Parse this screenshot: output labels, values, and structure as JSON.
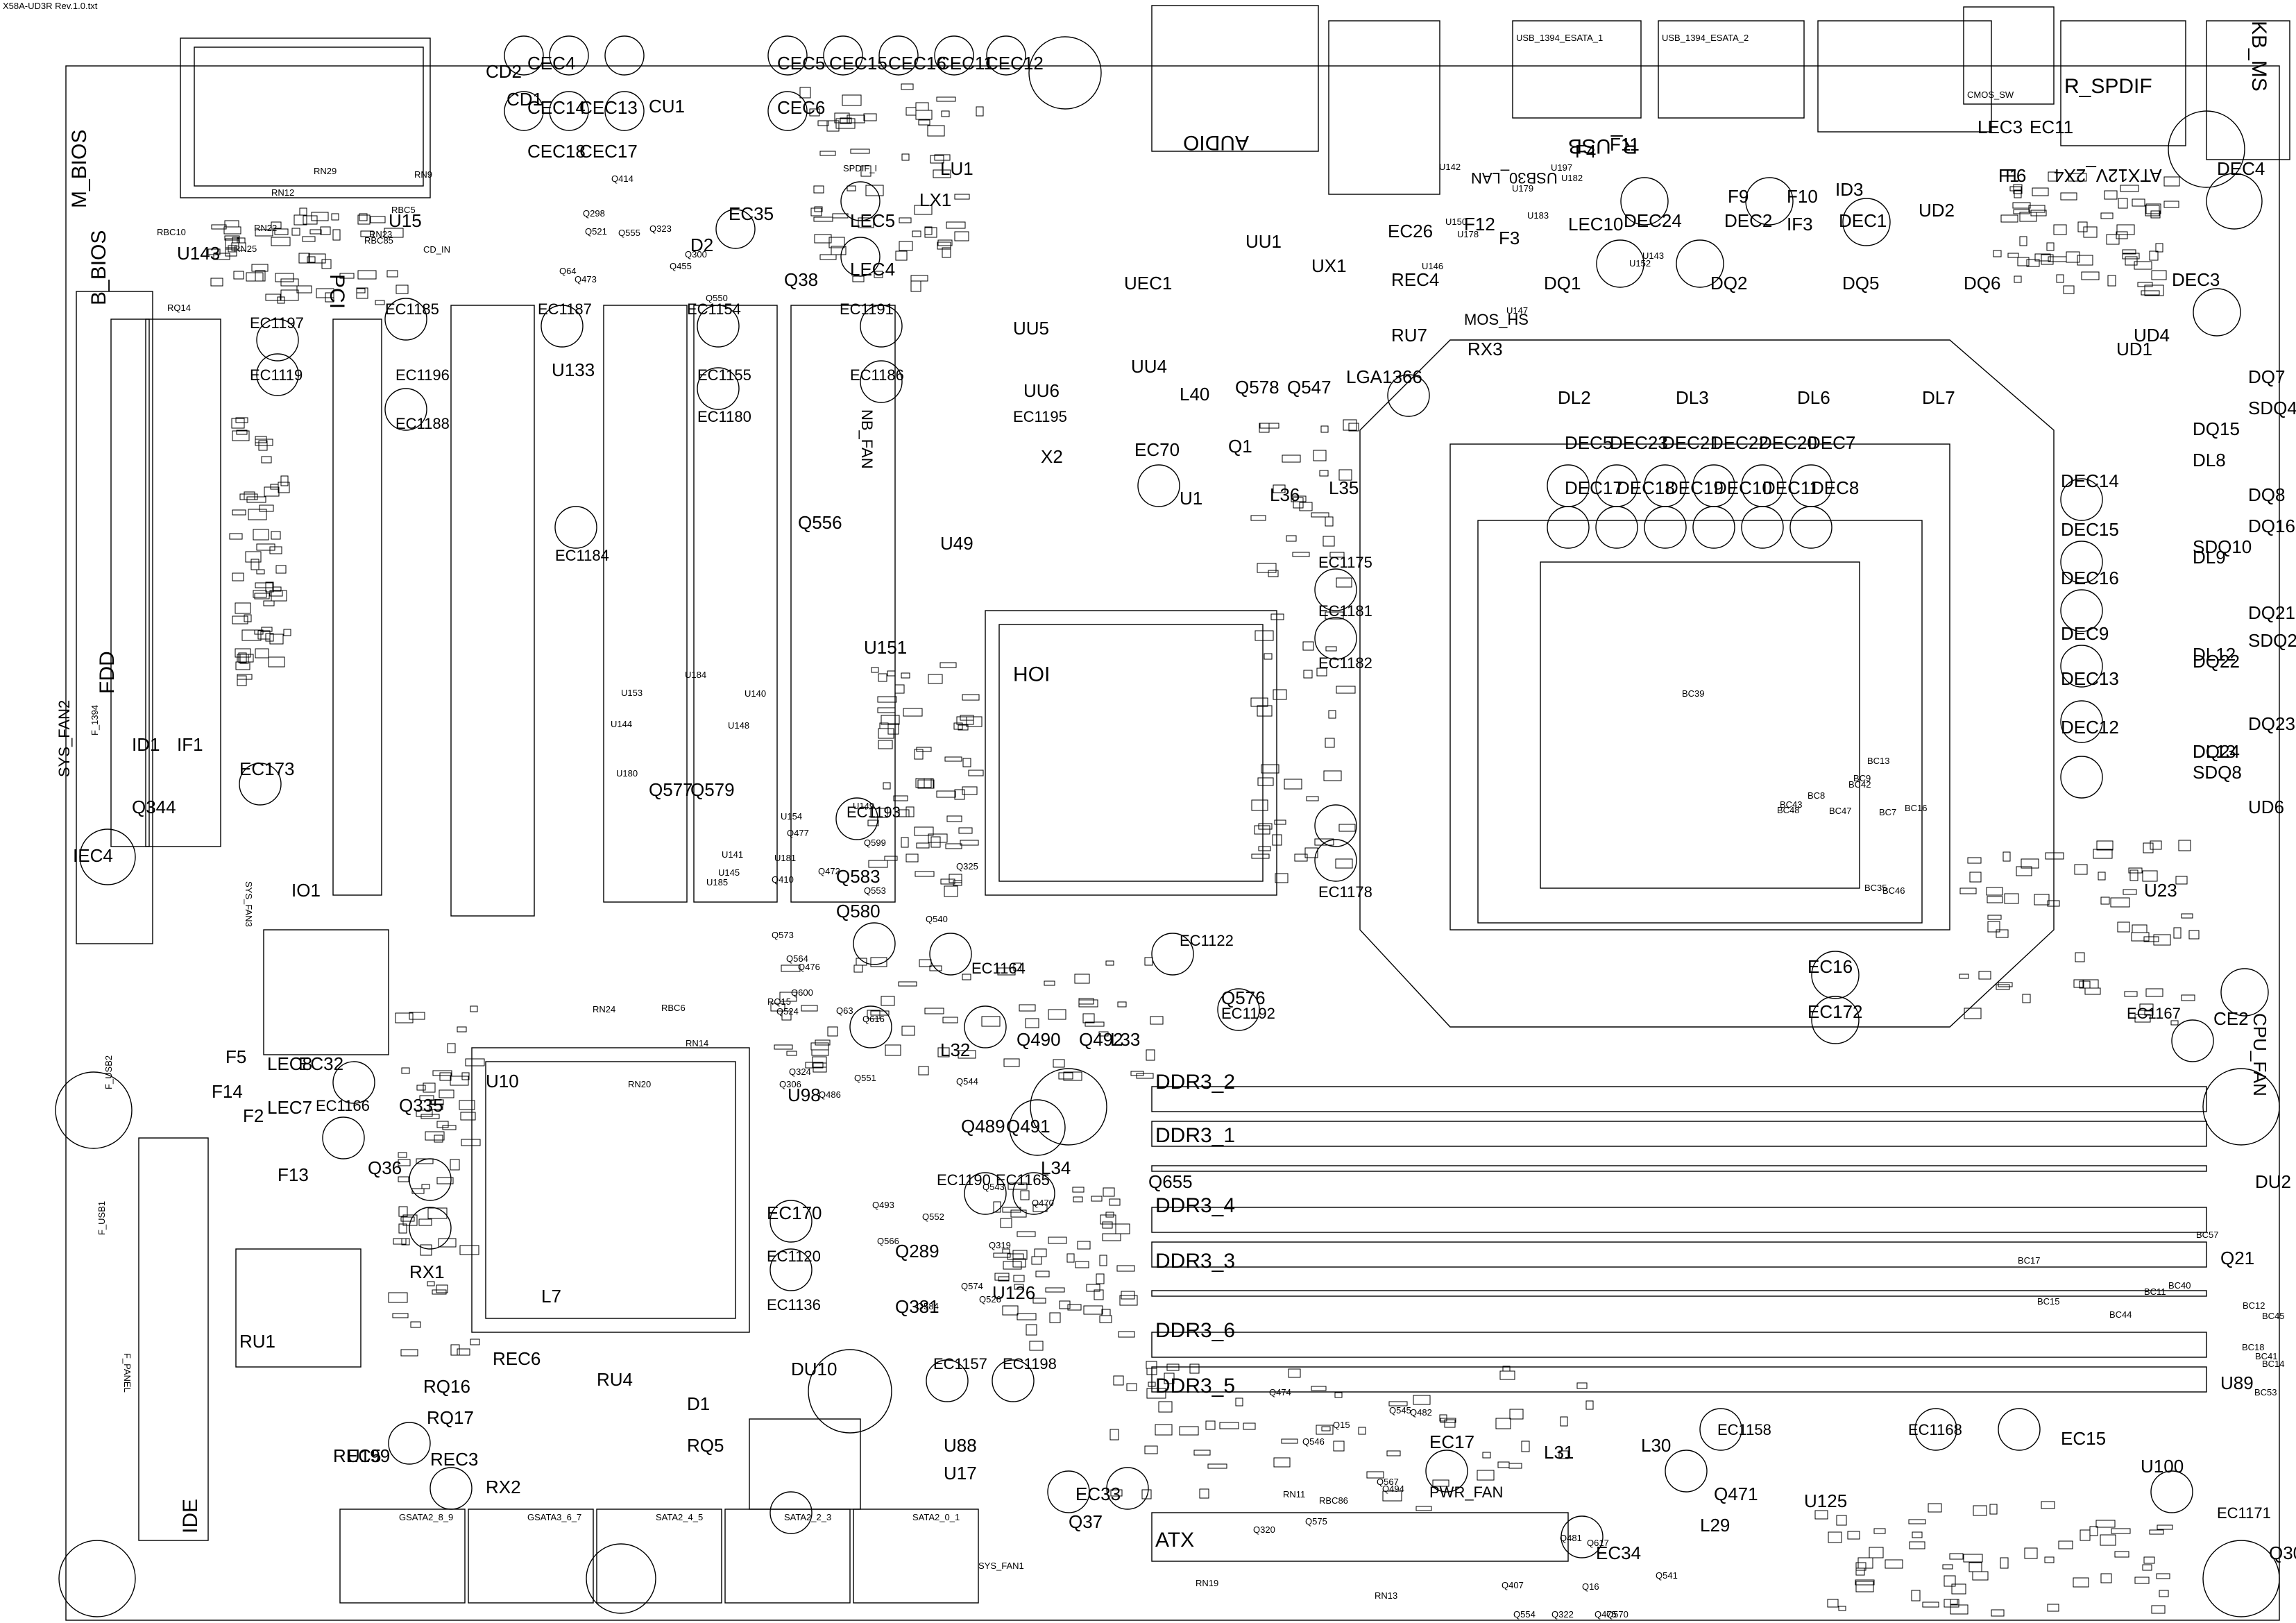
{
  "file_title": "X58A-UD3R Rev.1.0.txt",
  "connectors": {
    "audio": "AUDIO",
    "kb_ms": "KB_MS",
    "r_spdif": "R_SPDIF",
    "cmos_sw": "CMOS_SW",
    "usb_1394_esata_1": "USB_1394_ESATA_1",
    "usb_1394_esata_2": "USB_1394_ESATA_2",
    "r_usb": "R_USB",
    "usb30_lan": "USB30_LAN",
    "atx12v_2x4": "ATX12V_2X4",
    "atx": "ATX",
    "pwr_fan": "PWR_FAN",
    "cpu_fan": "CPU_FAN",
    "sys_fan1": "SYS_FAN1",
    "sys_fan2": "SYS_FAN2",
    "sys_fan3": "SYS_FAN3",
    "nb_fan": "NB_FAN",
    "ide": "IDE",
    "fdd": "FDD",
    "m_bios": "M_BIOS",
    "b_bios": "B_BIOS",
    "pci": "PCI",
    "cd_in": "CD_IN",
    "f_1394": "F_1394",
    "f_usb1": "F_USB1",
    "f_usb2": "F_USB2",
    "f_panel": "F_PANEL",
    "spdif_i": "SPDIF_I",
    "mos_hs": "MOS_HS",
    "lga1366": "LGA1366",
    "ioh": "IOH",
    "gsata2_8_9": "GSATA2_8_9",
    "gsata3_6_7": "GSATA3_6_7",
    "sata2_4_5": "SATA2_4_5",
    "sata2_2_3": "SATA2_2_3",
    "sata2_0_1": "SATA2_0_1"
  },
  "dimm_slots": [
    "DDR3_2",
    "DDR3_1",
    "DDR3_4",
    "DDR3_3",
    "DDR3_6",
    "DDR3_5"
  ],
  "large_labels": [
    "CD2",
    "CEC4",
    "CEC5",
    "CEC15",
    "CEC16",
    "CEC11",
    "CEC12",
    "CEC14",
    "CEC13",
    "CU1",
    "CEC6",
    "CEC18",
    "CEC17",
    "CD1",
    "U15",
    "U143",
    "EC35",
    "D2",
    "Q38",
    "LU1",
    "LX1",
    "LEC5",
    "LEC4",
    "UEC1",
    "UU1",
    "UX1",
    "REC4",
    "EC26",
    "F12",
    "F3",
    "F4",
    "F11",
    "LEC10",
    "DEC24",
    "F9",
    "DEC2",
    "F10",
    "IF3",
    "ID3",
    "DEC1",
    "UD2",
    "F1",
    "F6",
    "DEC4",
    "LEC3",
    "EC11",
    "DQ1",
    "DQ2",
    "DQ5",
    "DQ6",
    "DEC3",
    "UD4",
    "UD1",
    "DQ7",
    "SDQ4",
    "DQ15",
    "DL8",
    "DQ8",
    "DQ16",
    "SDQ10",
    "DL9",
    "DQ21",
    "SDQ2",
    "DQ22",
    "DL12",
    "DQ23",
    "DQ24",
    "SDQ8",
    "DL13",
    "UD6",
    "U23",
    "CE2",
    "DEC5",
    "DEC23",
    "DEC21",
    "DEC22",
    "DEC20",
    "DEC7",
    "DEC17",
    "DEC18",
    "DEC19",
    "DEC10",
    "DEC11",
    "DEC8",
    "DEC14",
    "DEC15",
    "DEC16",
    "DEC9",
    "DEC13",
    "DEC12",
    "DL2",
    "DL3",
    "DL6",
    "DL7",
    "RU7",
    "RX3",
    "UU5",
    "UU6",
    "U49",
    "X2",
    "Q1",
    "U1",
    "L36",
    "L35",
    "L40",
    "EC70",
    "Q578",
    "Q547",
    "UU4",
    "U151",
    "Q556",
    "U133",
    "EC1185",
    "EC1187",
    "EC1154",
    "EC1191",
    "Q577",
    "Q579",
    "Q583",
    "Q580",
    "Q576",
    "EC16",
    "EC172",
    "EC1192",
    "L32",
    "L33",
    "Q490",
    "Q492",
    "U98",
    "Q489",
    "Q491",
    "L34",
    "Q655",
    "EC170",
    "Q289",
    "Q381",
    "U126",
    "U88",
    "U17",
    "DU10",
    "D1",
    "RQ5",
    "RU4",
    "L7",
    "REC6",
    "RX1",
    "RU1",
    "RQ16",
    "RQ17",
    "REC5",
    "REC3",
    "U199",
    "RX2",
    "EC33",
    "Q37",
    "EC17",
    "L31",
    "L30",
    "L29",
    "Q471",
    "EC34",
    "U125",
    "EC15",
    "U100",
    "Q304",
    "U89",
    "Q21",
    "DU2",
    "U10",
    "Q335",
    "Q36",
    "F13",
    "F14",
    "F2",
    "F5",
    "LEC8",
    "EC32",
    "LEC7",
    "EC1166",
    "IO1",
    "IEC4",
    "Q344",
    "ID1",
    "IF1",
    "EC173",
    "EC1184",
    "EC1164",
    "EC1122",
    "EC1190",
    "EC1165",
    "EC1120",
    "EC1136",
    "EC1157",
    "EC1198",
    "EC1158",
    "EC1168",
    "EC1167",
    "EC1171",
    "EC1175",
    "EC1181",
    "EC1182",
    "EC1178",
    "EC1193",
    "EC1155",
    "EC1180",
    "EC1119",
    "EC1197",
    "EC1196",
    "EC1188",
    "EC1186",
    "EC1195"
  ],
  "part_markers": {
    "R": [
      "RN25",
      "RN24",
      "RN23",
      "RN19",
      "RN22",
      "RN20",
      "RN9",
      "RN11",
      "RN12",
      "RN14",
      "RN29",
      "RN13",
      "RBC10",
      "RQ15",
      "RBC85",
      "RBC86",
      "RQ14",
      "RBC6",
      "RBC5"
    ],
    "Q": [
      "Q64",
      "Q63",
      "Q564",
      "Q584",
      "Q15",
      "Q16",
      "Q300",
      "Q600",
      "Q599",
      "Q566",
      "Q567",
      "Q541",
      "Q555",
      "Q551",
      "Q553",
      "Q552",
      "Q545",
      "Q554",
      "Q550",
      "Q544",
      "Q540",
      "Q543",
      "Q546",
      "Q407",
      "Q455",
      "Q486",
      "Q410",
      "Q319",
      "Q320",
      "Q322",
      "Q323",
      "Q324",
      "Q325",
      "Q493",
      "Q494",
      "Q475",
      "Q473",
      "Q476",
      "Q477",
      "Q526",
      "Q482",
      "Q481",
      "Q521",
      "Q524",
      "Q472",
      "Q470",
      "Q474",
      "Q617",
      "Q414",
      "Q616",
      "Q573",
      "Q574",
      "Q575",
      "Q570",
      "Q298",
      "Q306"
    ],
    "BC": [
      "BC39",
      "BC8",
      "BC17",
      "BC18",
      "BC48",
      "BC7",
      "BC15",
      "BC14",
      "BC9",
      "BC35",
      "BC57",
      "BC53",
      "BC47",
      "BC46",
      "BC11",
      "BC12",
      "BC13",
      "BC16",
      "BC40",
      "BC41",
      "BC42",
      "BC43",
      "BC44",
      "BC45"
    ],
    "U": [
      "U140",
      "U141",
      "U142",
      "U143",
      "U144",
      "U145",
      "U146",
      "U147",
      "U148",
      "U149",
      "U150",
      "U152",
      "U153",
      "U154",
      "U178",
      "U179",
      "U180",
      "U181",
      "U182",
      "U183",
      "U184",
      "U185",
      "U197"
    ]
  }
}
